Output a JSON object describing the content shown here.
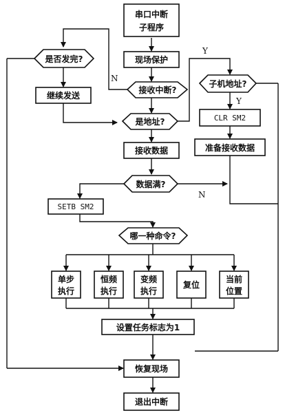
{
  "nodes": {
    "start": [
      "串口中断",
      "子程序"
    ],
    "save_context": "现场保护",
    "recv_irq": "接收中断?",
    "is_addr": "是地址?",
    "recv_data": "接收数据",
    "data_full": "数据满?",
    "setb_sm2": "SETB SM2",
    "which_cmd": "哪一种命令?",
    "cmds": [
      [
        "单步",
        "执行"
      ],
      [
        "恒频",
        "执行"
      ],
      [
        "变频",
        "执行"
      ],
      [
        "复位"
      ],
      [
        "当前",
        "位置"
      ]
    ],
    "set_flag": "设置任务标志为1",
    "restore_context": "恢复现场",
    "exit_irq": "退出中断",
    "send_done": "是否发完?",
    "continue_send": "继续发送",
    "slave_addr": "子机地址?",
    "clr_sm2": "CLR SM2",
    "prepare_recv": "准备接收数据"
  },
  "labels": {
    "yes": "Y",
    "no": "N"
  }
}
